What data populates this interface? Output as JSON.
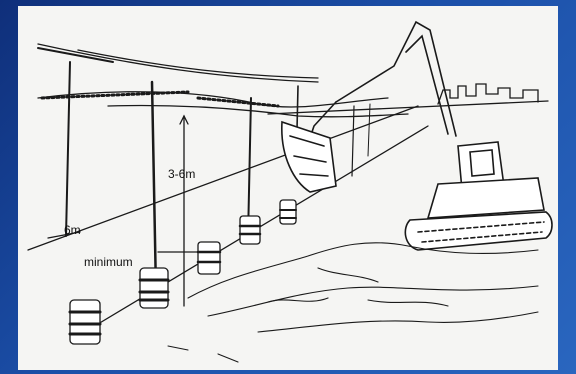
{
  "slide": {
    "background": "#1b4fa8",
    "panel_background": "#f5f5f3"
  },
  "labels": {
    "height_range": "3-6m",
    "spacing": "6m",
    "minimum": "minimum"
  }
}
